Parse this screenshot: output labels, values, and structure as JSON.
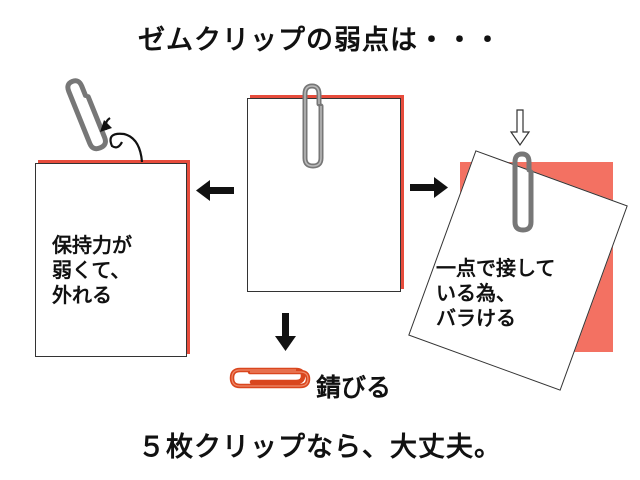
{
  "title": "ゼムクリップの弱点は・・・",
  "left_note": "保持力が\n弱くて、\n外れる",
  "right_note": "一点で接して\nいる為、\nバラける",
  "bottom_note": "錆びる",
  "footer": "５枚クリップなら、大丈夫。",
  "colors": {
    "accent_red": "#e74c3c",
    "sheet_red": "#f37162",
    "rust": "#d9461e",
    "clip_gray": "#777777",
    "ink": "#111111"
  },
  "icons": [
    "paperclip-icon",
    "arrow-left-icon",
    "arrow-right-icon",
    "arrow-down-icon",
    "hollow-down-arrow-icon",
    "curved-arrow-icon",
    "rusty-paperclip-icon"
  ]
}
